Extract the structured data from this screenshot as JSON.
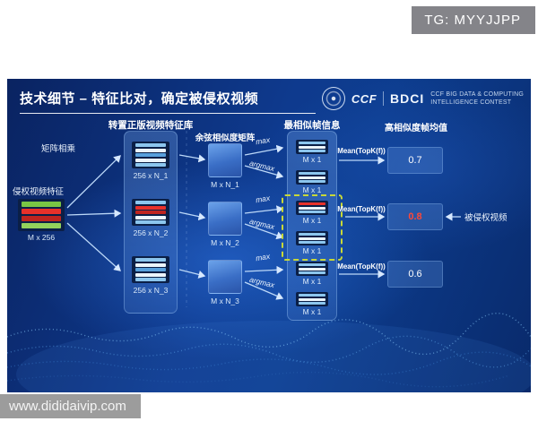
{
  "overlay": {
    "tg_badge": "TG: MYYJJPP",
    "watermark": "www.dididaivip.com"
  },
  "slide": {
    "title": "技术细节 – 特征比对，确定被侵权视频",
    "logos": {
      "ccf": "CCF",
      "bdci": "BDCI",
      "contest_line1": "CCF BIG DATA & COMPUTING",
      "contest_line2": "INTELLIGENCE CONTEST"
    },
    "diagram": {
      "matmul_label": "矩阵相乘",
      "query_label": "侵权视频特征",
      "query_dim": "M x 256",
      "library_title": "转置正版视频特征库",
      "library_dims": [
        "256 x N_1",
        "256 x N_2",
        "256 x N_3"
      ],
      "cosine_title": "余弦相似度矩阵",
      "cosine_dims": [
        "M x N_1",
        "M x N_2",
        "M x N_3"
      ],
      "max_label": "max",
      "argmax_label": "argmax",
      "frames_title": "最相似帧信息",
      "frame_dim": "M x 1",
      "mean_label": "Mean(TopK(f))",
      "result_title": "高相似度帧均值",
      "result_values": [
        "0.7",
        "0.8",
        "0.6"
      ],
      "infringed_label": "被侵权视频"
    },
    "colors": {
      "slide_blue_dark": "#0a2361",
      "slide_blue_mid": "#0e3a8e",
      "stripe_red": "#e8312a",
      "stripe_green": "#79c544",
      "stripe_blue": "#8cc6ee",
      "highlight_dash": "#c8d838",
      "result_highlight_text": "#ff4838"
    }
  }
}
